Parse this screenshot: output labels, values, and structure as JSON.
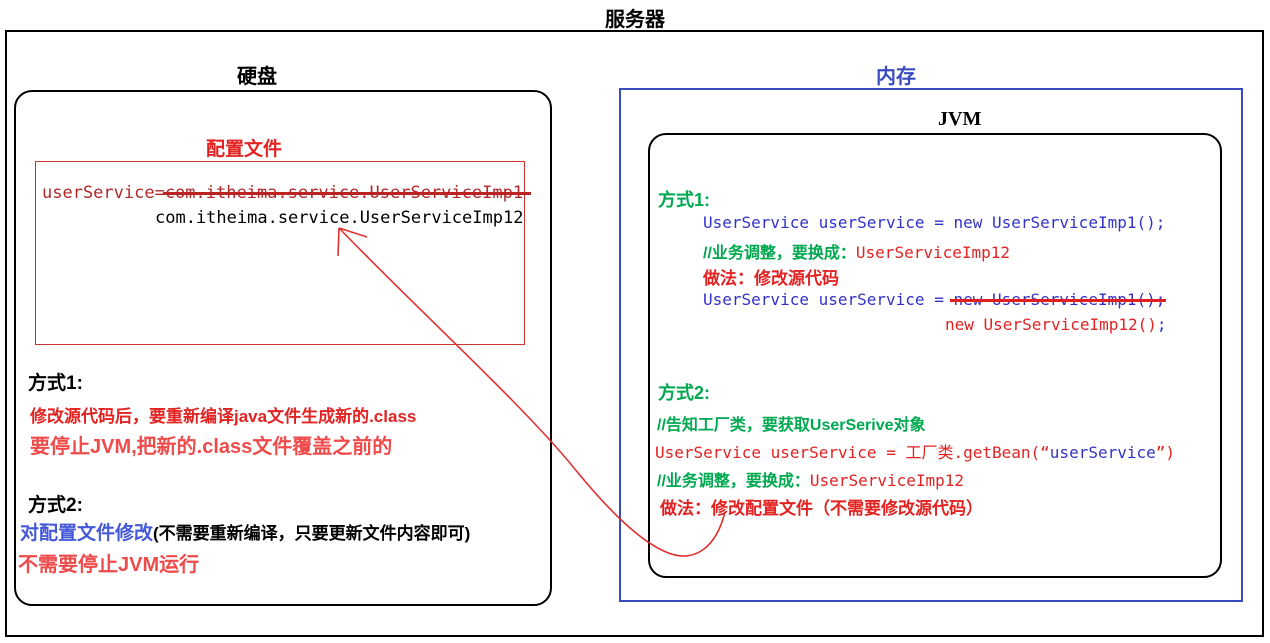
{
  "title": "服务器",
  "disk": {
    "label": "硬盘",
    "config": {
      "label": "配置文件",
      "line1_prefix": "userService=",
      "line1_struck": "com.itheima.service.UserServiceImp1",
      "line2": "com.itheima.service.UserServiceImp12"
    },
    "way1": {
      "label": "方式1:",
      "note1": "修改源代码后，要重新编译java文件生成新的.class",
      "note2": "要停止JVM,把新的.class文件覆盖之前的"
    },
    "way2": {
      "label": "方式2:",
      "note_blue": "对配置文件修改",
      "note_black": "(不需要重新编译，只要更新文件内容即可)",
      "note_red": "不需要停止JVM运行"
    }
  },
  "memory": {
    "label": "内存",
    "jvm": {
      "label": "JVM",
      "way1": {
        "label": "方式1:",
        "code1": "UserService userService = new UserServiceImp1();",
        "comment_green": "//业务调整，要换成：",
        "comment_red": "UserServiceImp12",
        "action": "做法：修改源代码",
        "code2_prefix": "UserService userService = ",
        "code2_struck": "new UserServiceImp1()",
        "code2_semi": ";",
        "code3_red": "new UserServiceImp12()",
        "code3_semi": ";"
      },
      "way2": {
        "label": "方式2:",
        "comment1": "//告知工厂类，要获取UserSerive对象",
        "code_prefix": "UserService userService = 工厂类.getBean(“",
        "code_string": "userService",
        "code_suffix": "”)",
        "comment2_green": "//业务调整，要换成：",
        "comment2_red": "UserServiceImp12",
        "action": "做法：修改配置文件（不需要修改源代码）"
      }
    }
  },
  "colors": {
    "code_blue": "#3232c8",
    "border_blue": "#3a4cc0",
    "green": "#00a84f",
    "red": "#e32222",
    "dark_red": "#b22828",
    "light_red": "#ef4b4b",
    "link_blue": "#4458d8",
    "config_box_red": "#cc3333",
    "arrow_red": "#e03030"
  }
}
